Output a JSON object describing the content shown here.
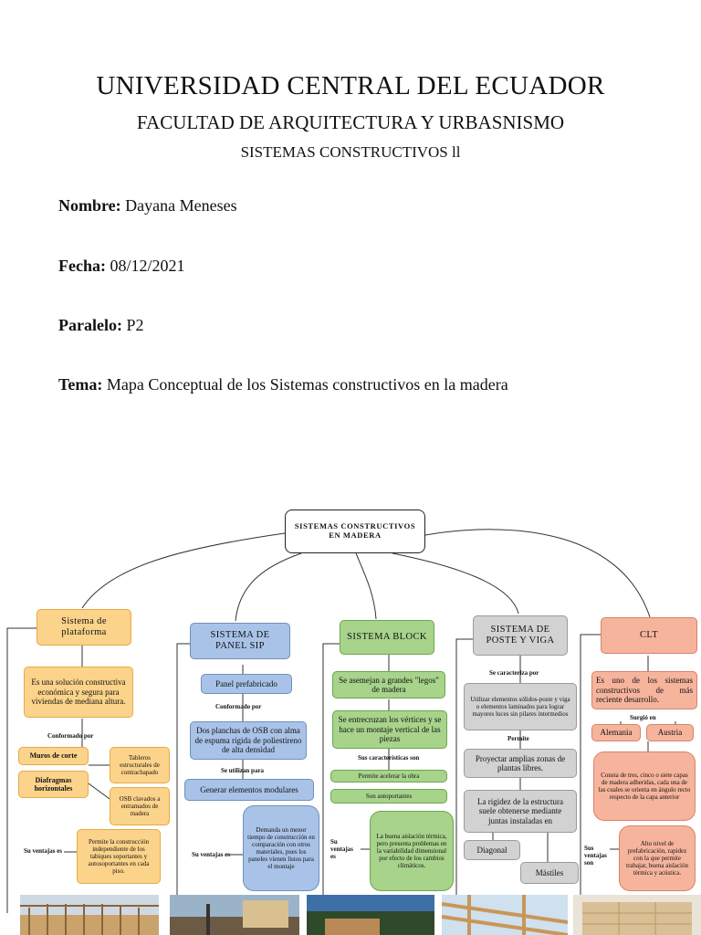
{
  "header": {
    "university": "UNIVERSIDAD CENTRAL DEL ECUADOR",
    "faculty": "FACULTAD DE ARQUITECTURA Y URBASNISMO",
    "subject": "SISTEMAS CONSTRUCTIVOS ll"
  },
  "fields": {
    "nombre_label": "Nombre:",
    "nombre_value": "Dayana Meneses",
    "fecha_label": "Fecha:",
    "fecha_value": "08/12/2021",
    "paralelo_label": "Paralelo:",
    "paralelo_value": "P2",
    "tema_label": "Tema:",
    "tema_value": "Mapa Conceptual de los Sistemas constructivos en la madera"
  },
  "map": {
    "root": "SISTEMAS CONSTRUCTIVOS EN MADERA",
    "plataforma": {
      "title": "Sistema de plataforma",
      "desc": "Es una solución constructiva económica y segura para viviendas de mediana altura.",
      "conformado": "Conformado por",
      "muros": "Muros de corte",
      "diafragmas": "Diafragmas horizontales",
      "tableros": "Tableros estructurales de contrachapado",
      "osb": "OSB clavados a entramados de madera",
      "ventajas_label": "Su ventajas es",
      "ventaja": "Permite la construcción independiente de los tabiques soportantes y autosoportantes en cada piso."
    },
    "sip": {
      "title": "SISTEMA DE PANEL SIP",
      "panel": "Panel prefabricado",
      "conformado": "Conformado por",
      "planchas": "Dos planchas de OSB con alma de espuma rígida de poliestireno de alta densidad",
      "utilizan": "Se utilizan para",
      "modulares": "Generar elementos modulares",
      "ventajas_label": "Su ventajas es",
      "ventaja": "Demanda un menor tiempo de construcción en comparación con otros materiales, pues los paneles vienen listos para el montaje"
    },
    "block": {
      "title": "SISTEMA BLOCK",
      "legos": "Se asemejan a grandes \"legos\" de madera",
      "entrecruzan": "Se entrecruzan los vértices y se hace un montaje vertical de las piezas",
      "caracteristicas": "Sus características son",
      "acelerar": "Permite acelerar la obra",
      "autoportantes": "Son autoportantes",
      "ventajas_label": "Su ventajas es",
      "ventaja": "La buena aislación térmica, pero presenta problemas en la variabilidad dimensional por efecto de los cambios climáticos."
    },
    "poste": {
      "title": "SISTEMA DE POSTE Y VIGA",
      "caracteriza": "Se caracteriza por",
      "utilizar": "Utilizar elementos sólidos-poste y viga o elementos laminados para lograr mayores luces sin pilares intermedios",
      "permite": "Permite",
      "proyectar": "Proyectar amplias zonas de plantas libres.",
      "rigidez": "La rigidez de la estructura suele obtenerse mediante juntas instaladas en",
      "diagonal": "Diagonal",
      "mastiles": "Mástiles"
    },
    "clt": {
      "title": "CLT",
      "desc": "Es uno de los sistemas constructivos de más reciente desarrollo.",
      "surgio": "Surgió en",
      "alemania": "Alemania",
      "austria": "Austria",
      "consta": "Consta de tres, cinco o siete capas de madera adheridas, cada una de las cuales se orienta en ángulo recto respecto de la capa anterior",
      "ventajas_label": "Sus ventajas son",
      "ventaja": "Alto nivel de prefabricación, rapidez con la que permite trabajar, buena aislación térmica y acústica."
    }
  },
  "colors": {
    "orange": "#fbd38a",
    "blue": "#a9c3e8",
    "green": "#a7d38b",
    "gray": "#d2d2d2",
    "salmon": "#f6b49c"
  }
}
